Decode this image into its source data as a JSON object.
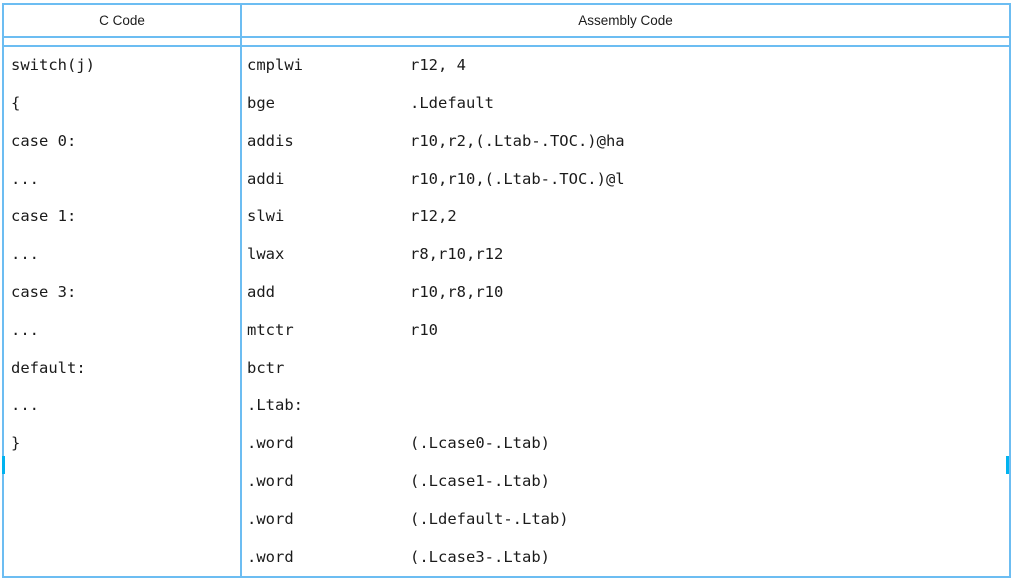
{
  "table": {
    "headers": {
      "c_code": "C Code",
      "assembly_code": "Assembly Code"
    },
    "colors": {
      "border": "#6cbdf2",
      "edge_marker": "#00b3f0",
      "text": "#1b1b1b",
      "background": "#ffffff"
    },
    "rows": [
      {
        "c": "switch(j)",
        "mnemonic": "cmplwi",
        "operands": "r12, 4"
      },
      {
        "c": "{",
        "mnemonic": "bge",
        "operands": ".Ldefault"
      },
      {
        "c": "case 0:",
        "mnemonic": "addis",
        "operands": "r10,r2,(.Ltab-.TOC.)@ha"
      },
      {
        "c": "...",
        "mnemonic": "addi",
        "operands": "r10,r10,(.Ltab-.TOC.)@l"
      },
      {
        "c": "case 1:",
        "mnemonic": "slwi",
        "operands": "r12,2"
      },
      {
        "c": "...",
        "mnemonic": "lwax",
        "operands": "r8,r10,r12"
      },
      {
        "c": "case 3:",
        "mnemonic": "add",
        "operands": "r10,r8,r10"
      },
      {
        "c": "...",
        "mnemonic": "mtctr",
        "operands": "r10"
      },
      {
        "c": "default:",
        "mnemonic": "bctr",
        "operands": ""
      },
      {
        "c": "...",
        "mnemonic": ".Ltab:",
        "operands": ""
      },
      {
        "c": "}",
        "mnemonic": ".word",
        "operands": "(.Lcase0-.Ltab)"
      },
      {
        "c": "",
        "mnemonic": ".word",
        "operands": "(.Lcase1-.Ltab)"
      },
      {
        "c": "",
        "mnemonic": ".word",
        "operands": "(.Ldefault-.Ltab)"
      },
      {
        "c": "",
        "mnemonic": ".word",
        "operands": "(.Lcase3-.Ltab)"
      }
    ]
  }
}
